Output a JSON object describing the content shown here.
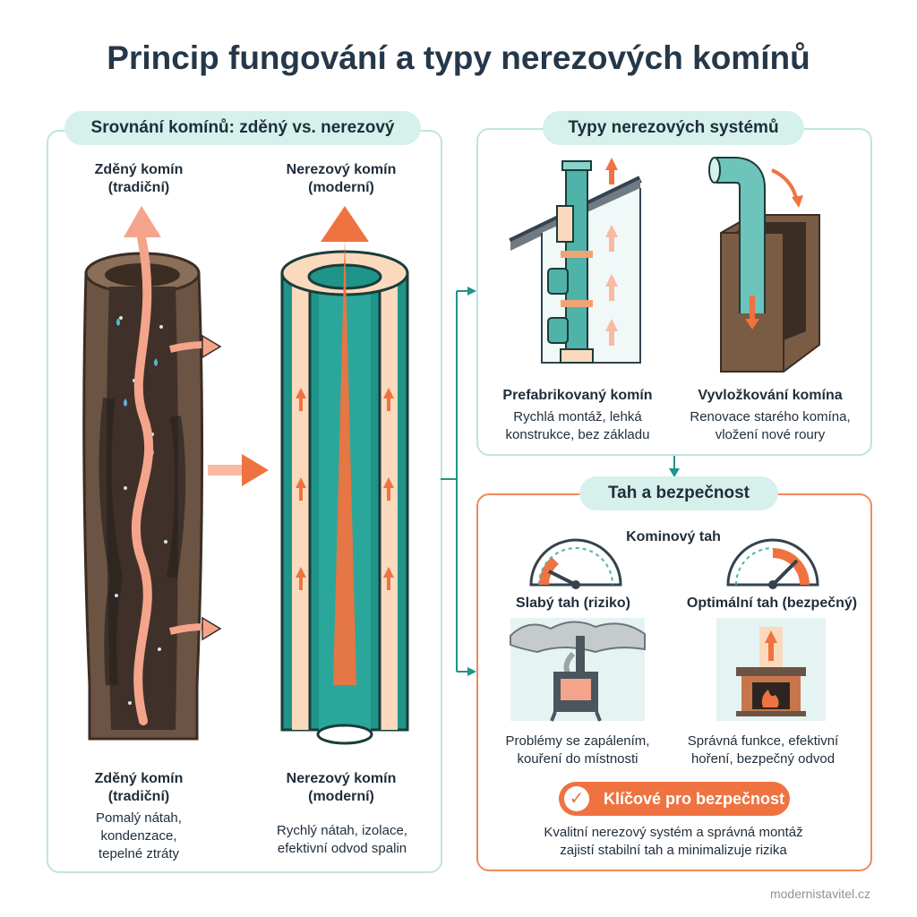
{
  "title": "Princip fungování a typy nerezových komínů",
  "left_panel": {
    "heading": "Srovnání komínů: zděný vs. nerezový",
    "brick_top": "Zděný komín\n(tradiční)",
    "steel_top": "Nerezový komín\n(moderní)",
    "brick_bottom_title": "Zděný komín\n(tradiční)",
    "brick_bottom_desc": "Pomalý nátah,\nkondenzace,\ntepelné ztráty",
    "steel_bottom_title": "Nerezový komín\n(moderní)",
    "steel_bottom_desc": "Rychlý nátah, izolace,\nefektivní odvod spalin"
  },
  "types_panel": {
    "heading": "Typy nerezových systémů",
    "prefab_title": "Prefabrikovaný komín",
    "prefab_desc": "Rychlá montáž, lehká\nkonstrukce, bez základu",
    "liner_title": "Vyvložkování komína",
    "liner_desc": "Renovace starého komína,\nvložení nové roury"
  },
  "draft_panel": {
    "heading": "Tah a bezpečnost",
    "gauge_title": "Kominový tah",
    "weak_title": "Slabý tah (riziko)",
    "weak_desc": "Problémy se zapálením,\nkouření do místnosti",
    "optimal_title": "Optimální tah (bezpečný)",
    "optimal_desc": "Správná funkce, efektivní\nhoření, bezpečný odvod",
    "cta_icon": "check-icon",
    "cta_label": "Klíčové pro bezpečnost",
    "footer_text": "Kvalitní nerezový systém a správná montáž\nzajistí stabilní tah a minimalizuje rizika"
  },
  "colors": {
    "orange": "#ef7340",
    "teal": "#1f9488",
    "brick": "#6b5443"
  },
  "watermark": "modernistavitel.cz"
}
